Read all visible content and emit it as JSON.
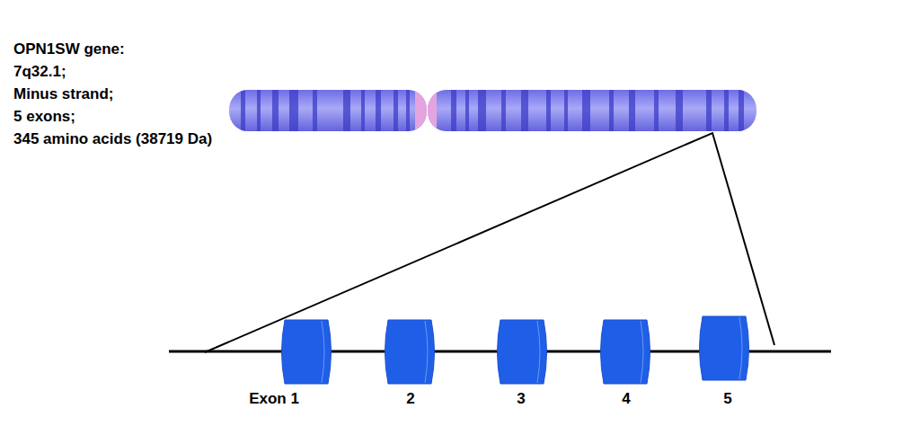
{
  "diagram": {
    "nodes": [
      {
        "text": [
          "Exon 1"
        ]
      },
      {
        "text": [
          "2"
        ]
      },
      {
        "text": [
          "3"
        ]
      },
      {
        "text": [
          "4"
        ]
      },
      {
        "text": [
          "5"
        ]
      }
    ],
    "labels": [
      "OPN1SW gene:",
      "7q32.1;",
      "Minus strand;",
      "5 exons;",
      "345 amino acids (38719 Da)"
    ]
  }
}
